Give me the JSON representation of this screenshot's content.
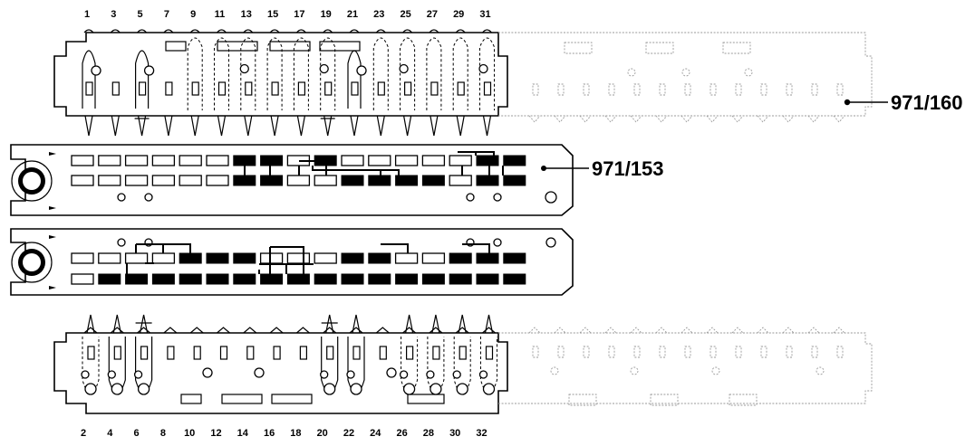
{
  "top_pins": [
    "1",
    "3",
    "5",
    "7",
    "9",
    "11",
    "13",
    "15",
    "17",
    "19",
    "21",
    "23",
    "25",
    "27",
    "29",
    "31"
  ],
  "bottom_pins": [
    "2",
    "4",
    "6",
    "8",
    "10",
    "12",
    "14",
    "16",
    "18",
    "20",
    "22",
    "24",
    "26",
    "28",
    "30",
    "32"
  ],
  "labels": {
    "upper_part": "971/160",
    "pcb": "971/153"
  },
  "colors": {
    "ink": "#000000",
    "ghost": "#9a9a9a",
    "paper": "#ffffff"
  }
}
